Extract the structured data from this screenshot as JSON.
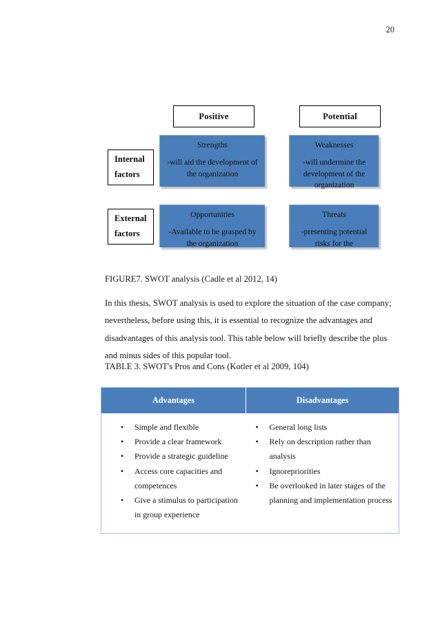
{
  "page": {
    "number": "20"
  },
  "figure": {
    "headers": [
      {
        "label": "Positive"
      },
      {
        "label": "Potential"
      }
    ],
    "side_labels": [
      {
        "line1": "Internal",
        "line2": "factors"
      },
      {
        "line1": "External",
        "line2": "factors"
      }
    ],
    "quadrants": [
      {
        "title": "Strengths",
        "body": "-will aid the development of the organization"
      },
      {
        "title": "Weaknesses",
        "body": "-will undermine the development of the organization"
      },
      {
        "title": "Opportunities",
        "body": "-Available to be grasped by the organization"
      },
      {
        "title": "Threats",
        "body": "-presenting potential risks for the"
      }
    ],
    "caption": "FIGURE7. SWOT analysis (Cadle et al 2012, 14)",
    "accent_color": "#4a7ebb"
  },
  "body_paragraph": "In this thesis, SWOT analysis is used to explore the situation of the case company; nevertheless, before using this, it is essential to recognize the advantages and disadvantages of this analysis tool. This table below will briefly describe the plus and minus sides of this popular tool.",
  "table": {
    "caption": "TABLE 3. SWOT's Pros and Cons (Kotler et al 2009, 104)",
    "header_color": "#4a7ebb",
    "border_color": "#9fbcd8",
    "columns": [
      {
        "label": "Advantages"
      },
      {
        "label": "Disadvantages"
      }
    ],
    "advantages": [
      "Simple and flexible",
      "Provide a clear framework",
      "Provide a strategic guideline",
      "Access core capacities and competences",
      "Give a stimulus to participation in group experience"
    ],
    "disadvantages": [
      "General long lists",
      "Rely on description rather than analysis",
      "Ignorepriorities",
      "Be overlooked in later stages of the planning and implementation process"
    ]
  }
}
